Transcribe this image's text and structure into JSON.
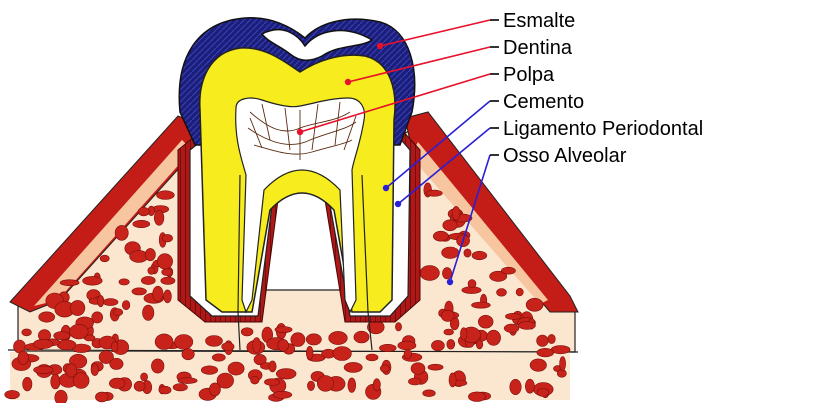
{
  "labels": [
    {
      "key": "enamel",
      "text": "Esmalte",
      "line_color": "#e8102a"
    },
    {
      "key": "dentin",
      "text": "Dentina",
      "line_color": "#e8102a"
    },
    {
      "key": "pulp",
      "text": "Polpa",
      "line_color": "#e8102a"
    },
    {
      "key": "cementum",
      "text": "Cemento",
      "line_color": "#2a1fd6"
    },
    {
      "key": "periodontal-ligament",
      "text": "Ligamento Periodontal",
      "line_color": "#2a1fd6"
    },
    {
      "key": "alveolar-bone",
      "text": "Osso Alveolar",
      "line_color": "#2a1fd6"
    }
  ],
  "colors": {
    "enamel": "#1b1f7a",
    "dentin": "#f7ec1d",
    "pulp": "#ffffff",
    "gum": "#c41c16",
    "bone_fill": "#fbe7d0",
    "bone_cells": "#c8231b",
    "ligament": "#8a1010"
  }
}
